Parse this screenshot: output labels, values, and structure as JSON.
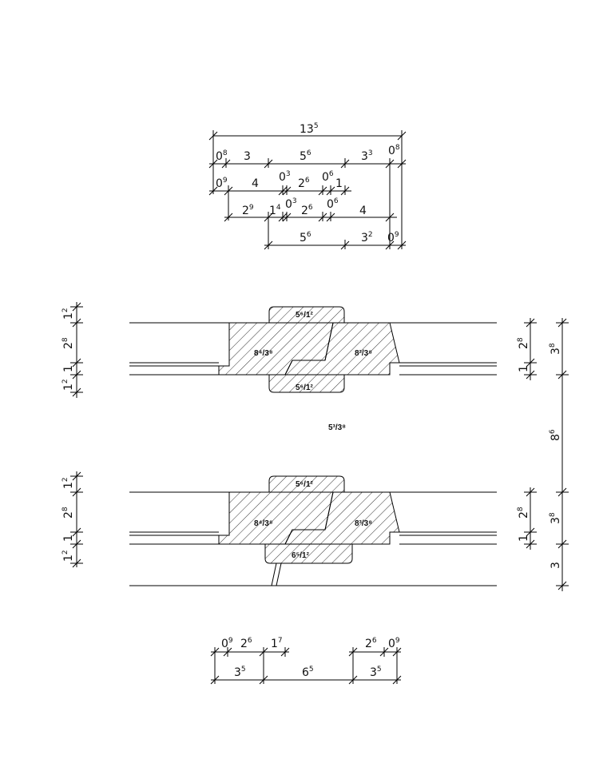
{
  "top_dims": {
    "total": {
      "b": "13",
      "s": "5"
    },
    "row1": [
      {
        "b": "0",
        "s": "8"
      },
      {
        "b": "3",
        "s": ""
      },
      {
        "b": "5",
        "s": "6"
      },
      {
        "b": "3",
        "s": "3"
      }
    ],
    "row1_right": {
      "b": "0",
      "s": "8"
    },
    "row2": [
      {
        "b": "0",
        "s": "9"
      },
      {
        "b": "4",
        "s": ""
      },
      {
        "b": "0",
        "s": "3"
      },
      {
        "b": "2",
        "s": "6"
      },
      {
        "b": "0",
        "s": "6"
      },
      {
        "b": "1",
        "s": ""
      }
    ],
    "row3": [
      {
        "b": "2",
        "s": "9"
      },
      {
        "b": "1",
        "s": "4"
      },
      {
        "b": "0",
        "s": "3"
      },
      {
        "b": "2",
        "s": "6"
      },
      {
        "b": "0",
        "s": "6"
      },
      {
        "b": "4",
        "s": ""
      }
    ],
    "row4": [
      {
        "b": "5",
        "s": "6"
      },
      {
        "b": "3",
        "s": "2"
      },
      {
        "b": "0",
        "s": "9"
      }
    ]
  },
  "left_dims": {
    "upper": [
      {
        "b": "1",
        "s": "2"
      },
      {
        "b": "2",
        "s": "8"
      },
      {
        "b": "1",
        "s": ""
      },
      {
        "b": "1",
        "s": "2"
      }
    ],
    "lower": [
      {
        "b": "1",
        "s": "2"
      },
      {
        "b": "2",
        "s": "8"
      },
      {
        "b": "1",
        "s": ""
      },
      {
        "b": "1",
        "s": "2"
      }
    ]
  },
  "right_dims": {
    "upper_a": [
      {
        "b": "2",
        "s": "8"
      },
      {
        "b": "1",
        "s": ""
      }
    ],
    "upper_b": {
      "b": "3",
      "s": "8"
    },
    "middle": {
      "b": "8",
      "s": "6"
    },
    "lower_a": [
      {
        "b": "2",
        "s": "8"
      },
      {
        "b": "1",
        "s": ""
      }
    ],
    "lower_b": {
      "b": "3",
      "s": "8"
    },
    "bottom": {
      "b": "3",
      "s": ""
    }
  },
  "sections": {
    "upper_top": "5⁶/1²",
    "upper_left": "8⁴/3⁸",
    "upper_right": "8³/3⁸",
    "upper_bottom": "5⁶/1²",
    "gap": "5³/3⁸",
    "lower_top": "5⁶/1²",
    "lower_left": "8⁴/3⁸",
    "lower_right": "8³/3⁸",
    "lower_bottom": "6⁵/1²"
  },
  "bottom_dims": {
    "row1_left": [
      {
        "b": "0",
        "s": "9"
      },
      {
        "b": "2",
        "s": "6"
      },
      {
        "b": "1",
        "s": "7"
      }
    ],
    "row1_right": [
      {
        "b": "2",
        "s": "6"
      },
      {
        "b": "0",
        "s": "9"
      }
    ],
    "row2": [
      {
        "b": "3",
        "s": "5"
      },
      {
        "b": "6",
        "s": "5"
      },
      {
        "b": "3",
        "s": "5"
      }
    ]
  }
}
